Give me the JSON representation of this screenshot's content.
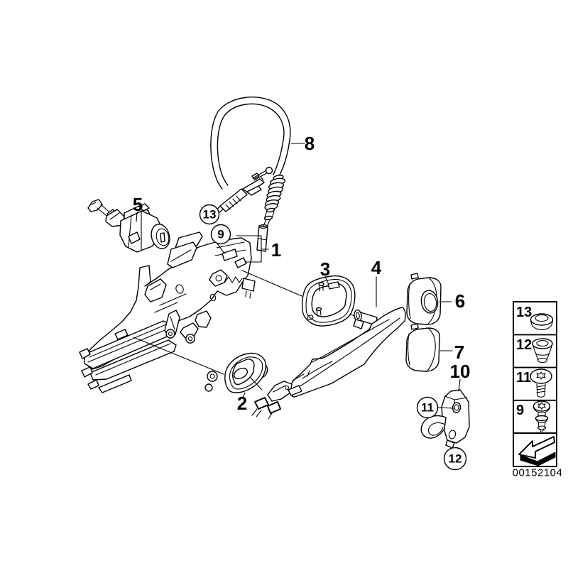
{
  "diagram_type": "exploded-parts-line-drawing",
  "callouts": {
    "n1": "1",
    "n2": "2",
    "n3": "3",
    "n4": "4",
    "n5": "5",
    "n6": "6",
    "n7": "7",
    "n8": "8",
    "n10": "10",
    "c9": "9",
    "c11": "11",
    "c12": "12",
    "c13": "13"
  },
  "sidebar": {
    "rows": [
      {
        "label": "13",
        "icon": "sealing-grommet-icon"
      },
      {
        "label": "12",
        "icon": "expanding-rivet-icon"
      },
      {
        "label": "11",
        "icon": "countersunk-screw-icon"
      },
      {
        "label": "9",
        "icon": "shoulder-screw-icon"
      }
    ],
    "arrow_icon": "direction-arrow-icon",
    "part_code": "00152104"
  },
  "colors": {
    "line": "#000000",
    "background": "#ffffff"
  }
}
